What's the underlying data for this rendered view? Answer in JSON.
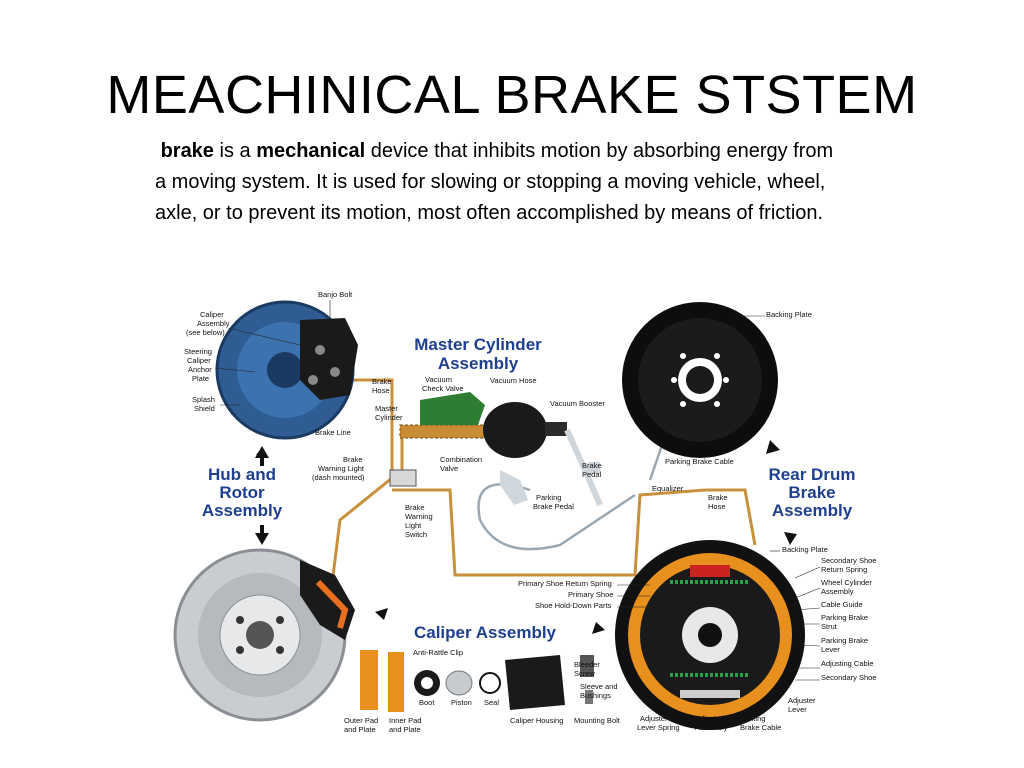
{
  "title": "MEACHINICAL BRAKE STSTEM",
  "description": {
    "term": "brake",
    "t1": " is a ",
    "term2": "mechanical",
    "t2": " device that inhibits motion by absorbing energy from a moving system. It is used for slowing or stopping a moving vehicle, wheel, axle, or to prevent its motion, most often accomplished by means of friction."
  },
  "colors": {
    "title": "#000000",
    "assembly_label": "#1f3f8f",
    "line": "#c8903a",
    "rotor_blue": "#2f5d93",
    "drum_orange": "#e8901e"
  },
  "headings": {
    "master_cylinder": [
      "Master Cylinder",
      "Assembly"
    ],
    "hub_rotor": [
      "Hub and",
      "Rotor",
      "Assembly"
    ],
    "rear_drum": [
      "Rear Drum",
      "Brake",
      "Assembly"
    ],
    "caliper": "Caliper Assembly"
  },
  "labels": {
    "banjo_bolt": "Banjo Bolt",
    "caliper_assembly": [
      "Caliper",
      "Assembly",
      "(see below)"
    ],
    "steering_caliper": [
      "Steering",
      "Caliper",
      "Anchor",
      "Plate"
    ],
    "splash_shield": [
      "Splash",
      "Shield"
    ],
    "brake_hose_1": [
      "Brake",
      "Hose"
    ],
    "master_cylinder": [
      "Master",
      "Cylinder"
    ],
    "brake_line": "Brake Line",
    "brake_warning_light": [
      "Brake",
      "Warning Light",
      "(dash mounted)"
    ],
    "combination_valve": [
      "Combination",
      "Valve"
    ],
    "vacuum_check_valve": [
      "Vacuum",
      "Check Valve"
    ],
    "vacuum_hose": "Vacuum Hose",
    "vacuum_booster": "Vacuum Booster",
    "brake_pedal": [
      "Brake",
      "Pedal"
    ],
    "parking_brake_pedal": [
      "Parking",
      "Brake Pedal"
    ],
    "brake_warning_switch": [
      "Brake",
      "Warning",
      "Light",
      "Switch"
    ],
    "backing_plate_1": "Backing Plate",
    "parking_brake_cable": "Parking Brake Cable",
    "equalizer": "Equalizer",
    "brake_hose_2": [
      "Brake",
      "Hose"
    ],
    "backing_plate_2": "Backing Plate",
    "secondary_shoe_return": [
      "Secondary Shoe",
      "Return Spring"
    ],
    "wheel_cylinder": [
      "Wheel Cylinder",
      "Assembly"
    ],
    "cable_guide": "Cable Guide",
    "parking_brake_strut": [
      "Parking Brake",
      "Strut"
    ],
    "parking_brake_lever": [
      "Parking Brake",
      "Lever"
    ],
    "adjusting_cable": "Adjusting Cable",
    "secondary_shoe": "Secondary Shoe",
    "adjuster_lever": [
      "Adjuster",
      "Lever"
    ],
    "primary_return_spring": "Primary Shoe Return Spring",
    "primary_shoe": "Primary Shoe",
    "shoe_holddown": "Shoe Hold-Down Parts",
    "anti_rattle": "Anti-Rattle Clip",
    "bleeder_screw": [
      "Bleeder",
      "Screw"
    ],
    "sleeve_bushings": [
      "Sleeve and",
      "Bushings"
    ],
    "outer_pad": [
      "Outer Pad",
      "and Plate"
    ],
    "inner_pad": [
      "Inner Pad",
      "and Plate"
    ],
    "boot": "Boot",
    "piston": "Piston",
    "seal": "Seal",
    "caliper_housing": "Caliper Housing",
    "mounting_bolt": "Mounting Bolt",
    "adjuster_lever_spring": [
      "Adjuster",
      "Lever Spring"
    ],
    "adjuster_assembly": [
      "Adjuster",
      "Assembly"
    ],
    "parking_brake_cable_2": [
      "Parking",
      "Brake Cable"
    ]
  }
}
